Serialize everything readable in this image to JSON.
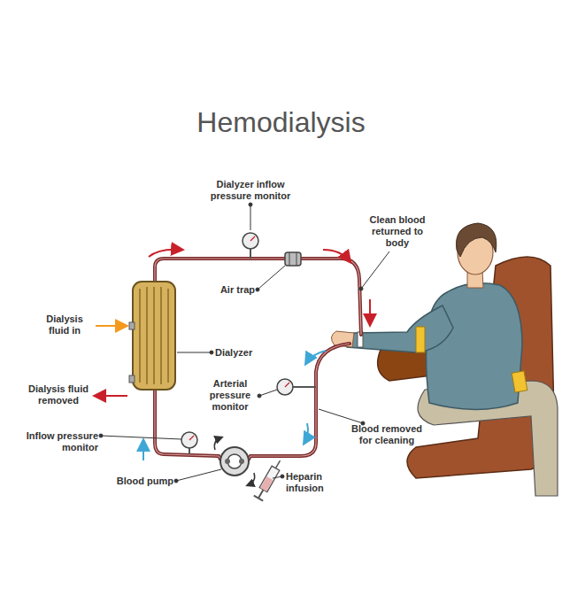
{
  "diagram": {
    "title": "Hemodialysis",
    "labels": [
      "Dialyzer inflow pressure monitor",
      "Clean blood returned to body",
      "Air trap",
      "Dialysis fluid in",
      "Dialyzer",
      "Dialysis fluid removed",
      "Arterial pressure monitor",
      "Blood removed for cleaning",
      "Inflow pressure monitor",
      "Blood pump",
      "Heparin infusion"
    ]
  }
}
